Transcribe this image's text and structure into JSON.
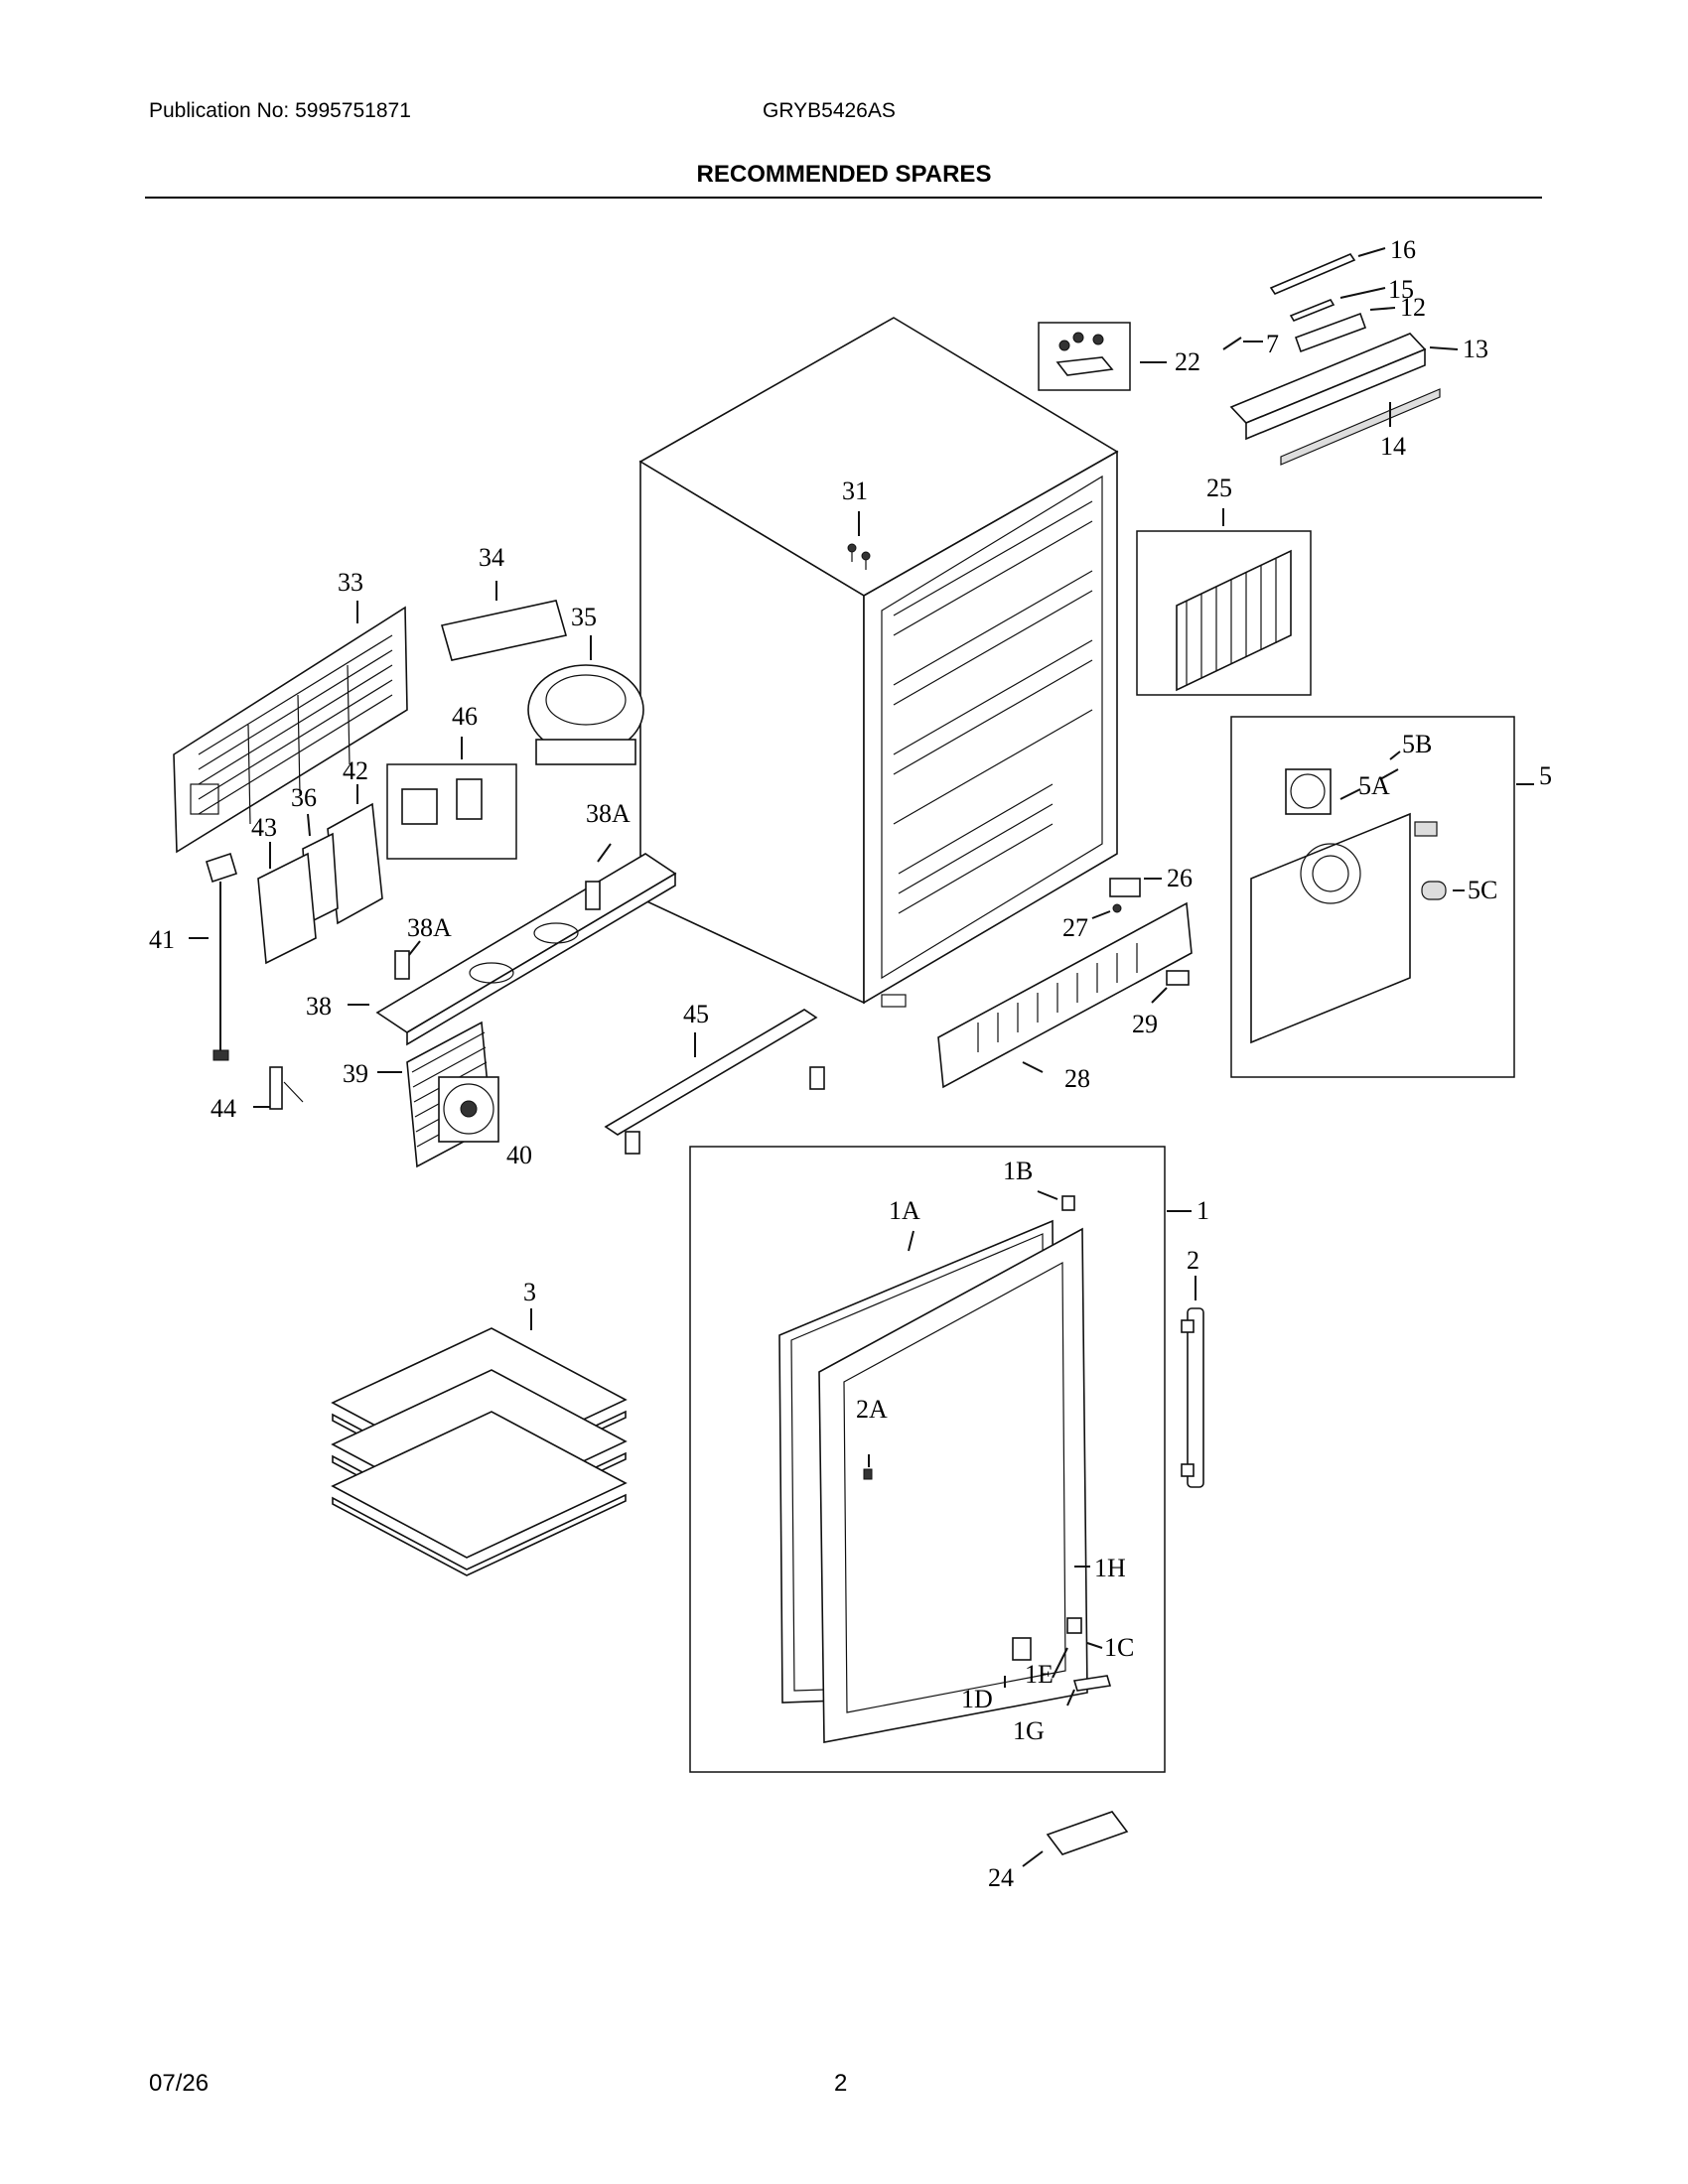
{
  "header": {
    "publication": "Publication No: 5995751871",
    "model": "GRYB5426AS",
    "title": "RECOMMENDED SPARES"
  },
  "footer": {
    "date": "07/26",
    "page": "2"
  },
  "labels": {
    "p1": "1",
    "p1A": "1A",
    "p1B": "1B",
    "p1C": "1C",
    "p1D": "1D",
    "p1E": "1E",
    "p1G": "1G",
    "p1H": "1H",
    "p2": "2",
    "p2A": "2A",
    "p3": "3",
    "p5": "5",
    "p5A": "5A",
    "p5B": "5B",
    "p5C": "5C",
    "p7": "7",
    "p12": "12",
    "p13": "13",
    "p14": "14",
    "p15": "15",
    "p16": "16",
    "p22": "22",
    "p24": "24",
    "p25": "25",
    "p26": "26",
    "p27": "27",
    "p28": "28",
    "p29": "29",
    "p31": "31",
    "p33": "33",
    "p34": "34",
    "p35": "35",
    "p36": "36",
    "p38": "38",
    "p38A_top": "38A",
    "p38A_left": "38A",
    "p39": "39",
    "p40": "40",
    "p41": "41",
    "p42": "42",
    "p43": "43",
    "p44": "44",
    "p45": "45",
    "p46": "46"
  }
}
